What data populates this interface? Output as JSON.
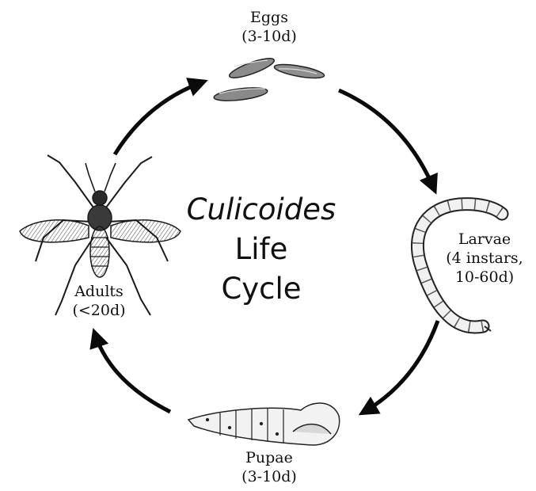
{
  "title": {
    "genus": "Culicoides",
    "line2": "Life",
    "line3": "Cycle"
  },
  "stages": {
    "eggs": {
      "name": "Eggs",
      "duration": "(3-10d)"
    },
    "larvae": {
      "name": "Larvae",
      "detail": "(4 instars,",
      "duration": "10-60d)"
    },
    "pupae": {
      "name": "Pupae",
      "duration": "(3-10d)"
    },
    "adults": {
      "name": "Adults",
      "duration": "(<20d)"
    }
  },
  "colors": {
    "ink": "#111111",
    "arrow": "#0a0a0a",
    "egg_fill": "#8c8c8c"
  }
}
